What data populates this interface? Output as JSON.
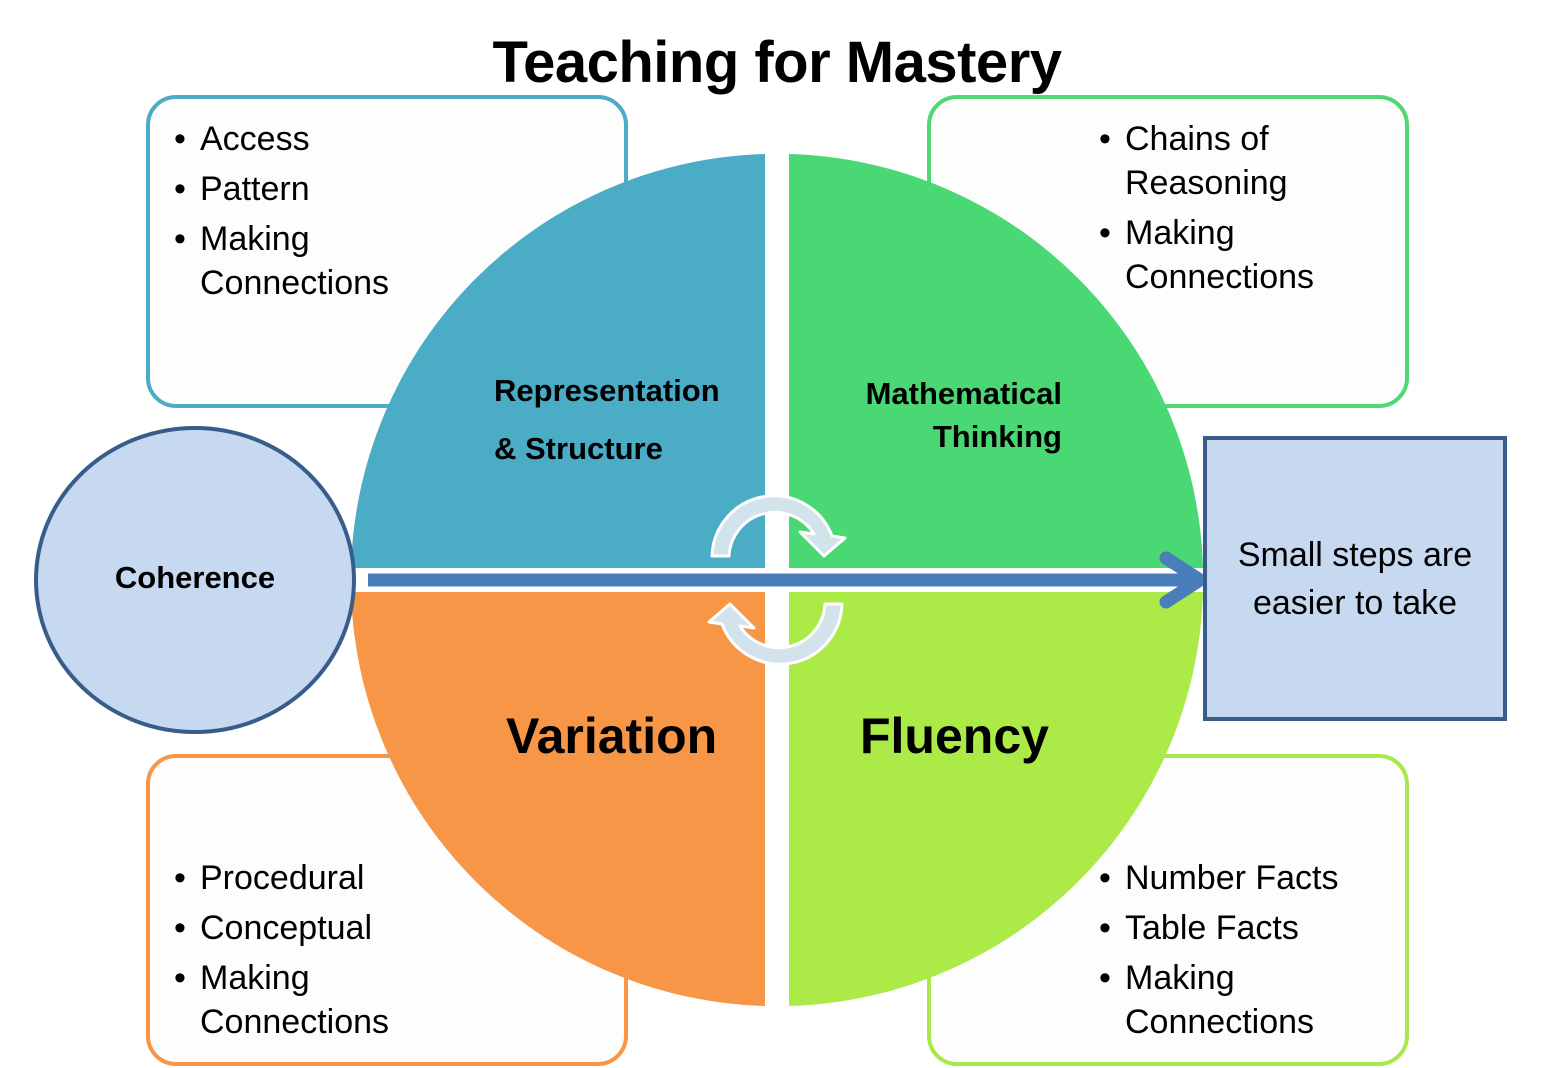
{
  "title": "Teaching for Mastery",
  "colors": {
    "representation": "#4bacc6",
    "thinking": "#4ad874",
    "variation": "#f79646",
    "fluency": "#acea48",
    "coherence_fill": "#c6d9f1",
    "coherence_border": "#385d8a",
    "arrow": "#4a7ebb"
  },
  "quadrants": {
    "top_left": {
      "label_line1": "Representation",
      "label_line2": "& Structure",
      "bullets": [
        "Access",
        "Pattern",
        "Making Connections"
      ]
    },
    "top_right": {
      "label_line1": "Mathematical",
      "label_line2": "Thinking",
      "bullets": [
        "Chains of Reasoning",
        "Making Connections"
      ]
    },
    "bottom_left": {
      "label": "Variation",
      "bullets": [
        "Procedural",
        "Conceptual",
        "Making Connections"
      ]
    },
    "bottom_right": {
      "label": "Fluency",
      "bullets": [
        "Number Facts",
        "Table Facts",
        "Making Connections"
      ]
    }
  },
  "coherence": {
    "label": "Coherence"
  },
  "small_steps": {
    "text": "Small steps are easier to take"
  },
  "bullet_glyph": "•"
}
